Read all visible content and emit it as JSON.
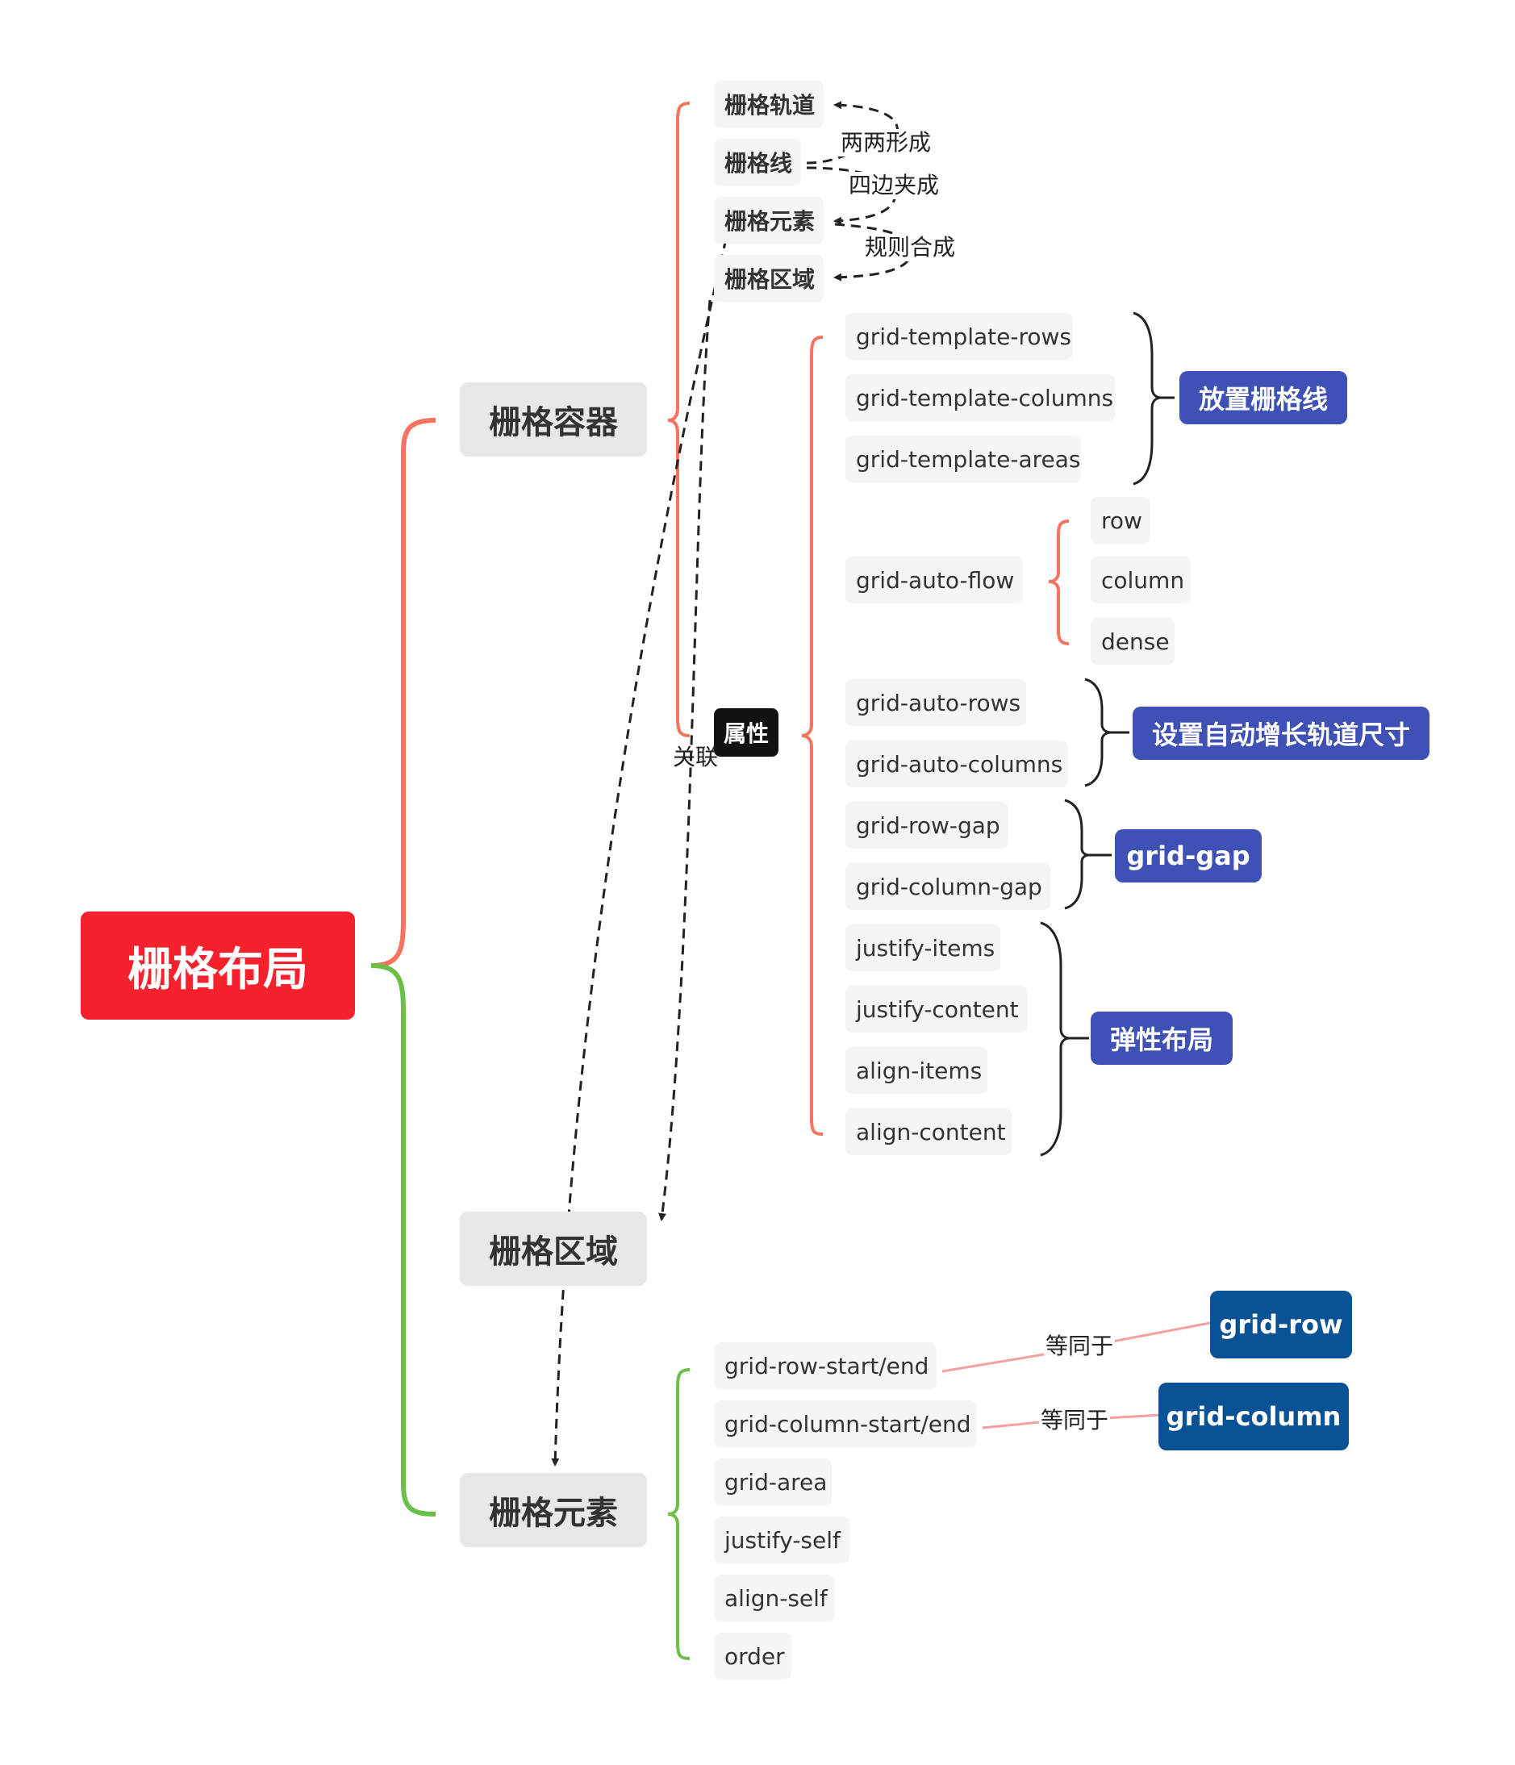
{
  "root": "栅格布局",
  "container": {
    "title": "栅格容器",
    "concepts": [
      "栅格轨道",
      "栅格线",
      "栅格元素",
      "栅格区域"
    ],
    "concept_links": [
      "两两形成",
      "四边夹成",
      "规则合成"
    ],
    "attr_tag": "属性",
    "props": {
      "template": [
        "grid-template-rows",
        "grid-template-columns",
        "grid-template-areas"
      ],
      "auto_flow": "grid-auto-flow",
      "flow_values": [
        "row",
        "column",
        "dense"
      ],
      "auto_size": [
        "grid-auto-rows",
        "grid-auto-columns"
      ],
      "gaps": [
        "grid-row-gap",
        "grid-column-gap"
      ],
      "align": [
        "justify-items",
        "justify-content",
        "align-items",
        "align-content"
      ]
    },
    "summaries": [
      "放置栅格线",
      "设置自动增长轨道尺寸",
      "grid-gap",
      "弹性布局"
    ]
  },
  "area": {
    "title": "栅格区域"
  },
  "link_label": "关联",
  "element": {
    "title": "栅格元素",
    "props": [
      "grid-row-start/end",
      "grid-column-start/end",
      "grid-area",
      "justify-self",
      "align-self",
      "order"
    ],
    "equals_label": "等同于",
    "equals": [
      "grid-row",
      "grid-column"
    ]
  },
  "colors": {
    "root": "#f5222d",
    "red_branch": "#f5735f",
    "green_branch": "#6cc04a",
    "summary_blue": "#3f51b5",
    "summary_dark": "#0a5296",
    "equals_line": "#f4a0a0"
  }
}
